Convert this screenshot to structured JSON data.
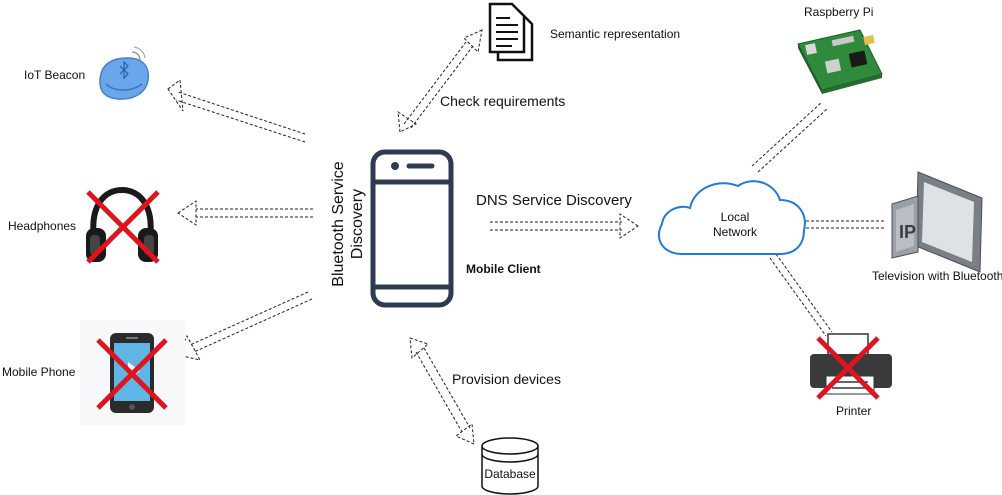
{
  "nodes": {
    "iot_beacon": {
      "label": "IoT Beacon",
      "icon": "iot-beacon-icon"
    },
    "headphones": {
      "label": "Headphones",
      "icon": "headphones-icon",
      "crossed": true
    },
    "mobile_phone": {
      "label": "Mobile Phone",
      "icon": "mobile-phone-icon",
      "crossed": true
    },
    "semantic": {
      "label": "Semantic representation",
      "icon": "document-icon"
    },
    "mobile_client": {
      "label": "Mobile Client",
      "icon": "smartphone-icon"
    },
    "database": {
      "label": "Database",
      "icon": "database-icon"
    },
    "local_network": {
      "label": "Local\nNetwork",
      "icon": "cloud-icon"
    },
    "raspberry_pi": {
      "label": "Raspberry Pi",
      "icon": "raspberry-pi-icon"
    },
    "television": {
      "label": "Television with Bluetooth",
      "icon": "television-icon"
    },
    "printer": {
      "label": "Printer",
      "icon": "printer-icon",
      "crossed": true
    }
  },
  "edges": {
    "bluetooth": "Bluetooth Service\nDiscovery",
    "check_requirements": "Check requirements",
    "dns": "DNS Service Discovery",
    "provision": "Provision devices"
  },
  "colors": {
    "cross": "#e0141e",
    "cloud_stroke": "#1f7ad8",
    "device_outline": "#2e3c52",
    "beacon_fill": "#6aa6ea"
  }
}
